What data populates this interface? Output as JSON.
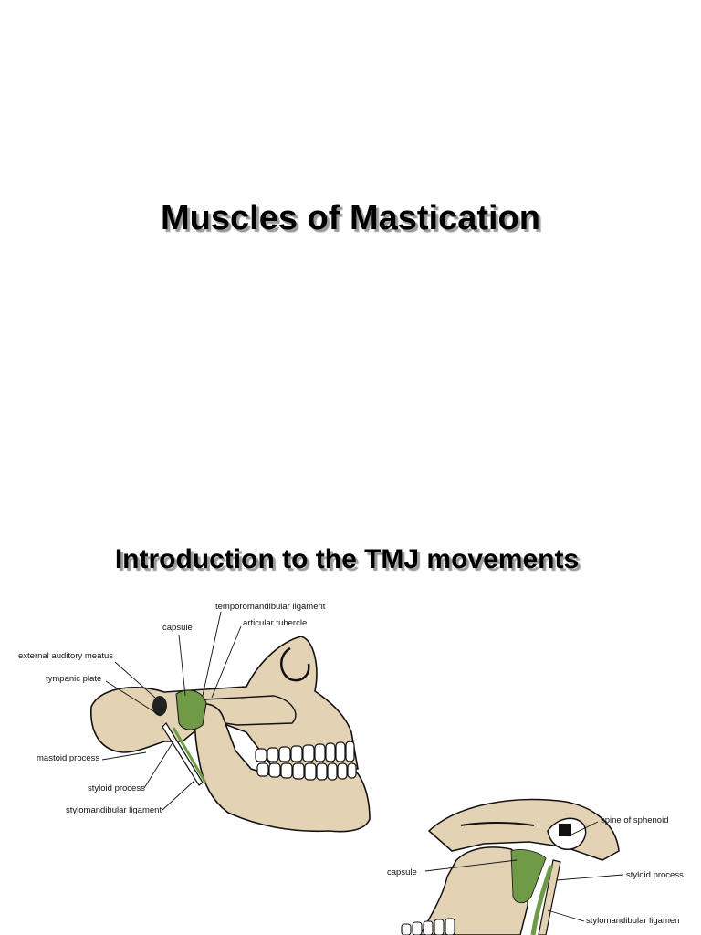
{
  "slide1": {
    "title": "Muscles of Mastication"
  },
  "slide2": {
    "title": "Introduction to the TMJ movements",
    "figure1_labels": {
      "temporomandibular_ligament": "temporomandibular ligament",
      "capsule": "capsule",
      "articular_tubercle": "articular tubercle",
      "external_auditory_meatus": "external auditory meatus",
      "tympanic_plate": "tympanic plate",
      "mastoid_process": "mastoid process",
      "styloid_process": "styloid process",
      "stylomandibular_ligament": "stylomandibular ligament"
    },
    "figure2_labels": {
      "spine_of_sphenoid": "spine of sphenoid",
      "capsule": "capsule",
      "styloid_process": "styloid process",
      "stylomandibular_ligament": "stylomandibular ligamen"
    }
  },
  "colors": {
    "bone": "#e4d2b4",
    "ligament": "#6f9a46",
    "outline": "#111111"
  }
}
